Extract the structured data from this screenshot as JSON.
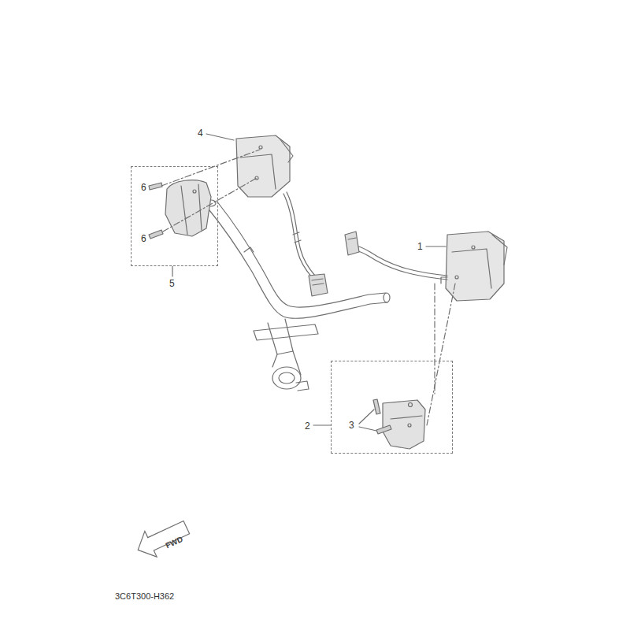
{
  "diagram": {
    "nodes": [
      {
        "text": [
          "6",
          "6",
          "5"
        ]
      },
      {
        "text": [
          "3",
          "2"
        ]
      },
      {
        "text": [
          "FWD"
        ]
      }
    ],
    "labels": [
      "4",
      "1",
      "3C6T300-H362"
    ]
  }
}
